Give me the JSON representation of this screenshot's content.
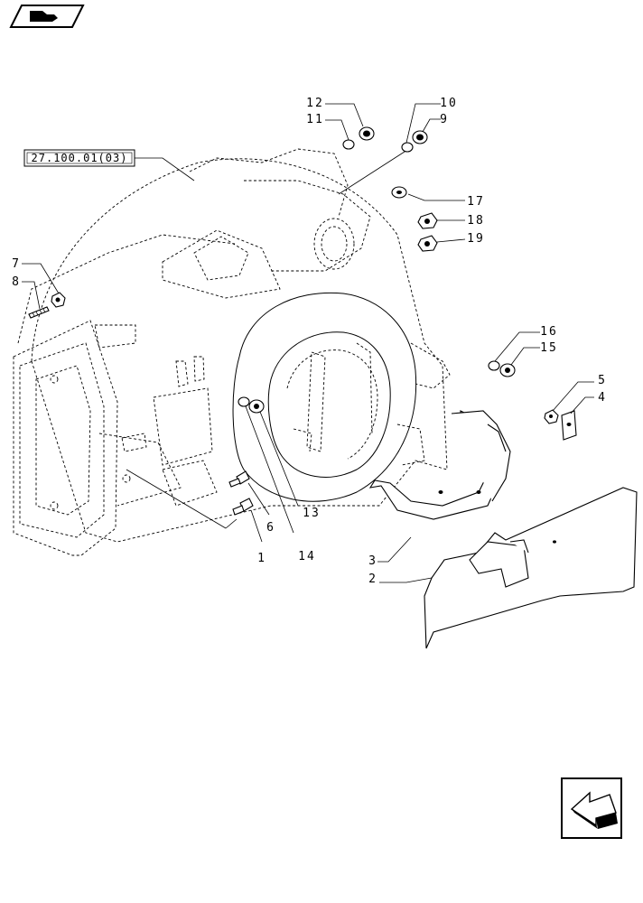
{
  "reference_box": {
    "text": "27.100.01(03)"
  },
  "callouts": [
    {
      "id": "1",
      "text": "1"
    },
    {
      "id": "2",
      "text": "2"
    },
    {
      "id": "3",
      "text": "3"
    },
    {
      "id": "4",
      "text": "4"
    },
    {
      "id": "5",
      "text": "5"
    },
    {
      "id": "6",
      "text": "6"
    },
    {
      "id": "7",
      "text": "7"
    },
    {
      "id": "8",
      "text": "8"
    },
    {
      "id": "9",
      "text": "9"
    },
    {
      "id": "10",
      "text": "10"
    },
    {
      "id": "11",
      "text": "11"
    },
    {
      "id": "12",
      "text": "12"
    },
    {
      "id": "13",
      "text": "13"
    },
    {
      "id": "14",
      "text": "14"
    },
    {
      "id": "15",
      "text": "15"
    },
    {
      "id": "16",
      "text": "16"
    },
    {
      "id": "17",
      "text": "17"
    },
    {
      "id": "18",
      "text": "18"
    },
    {
      "id": "19",
      "text": "19"
    }
  ],
  "icons": {
    "top_left": "book-hand-icon",
    "bottom_right": "prev-page-arrow-icon"
  }
}
